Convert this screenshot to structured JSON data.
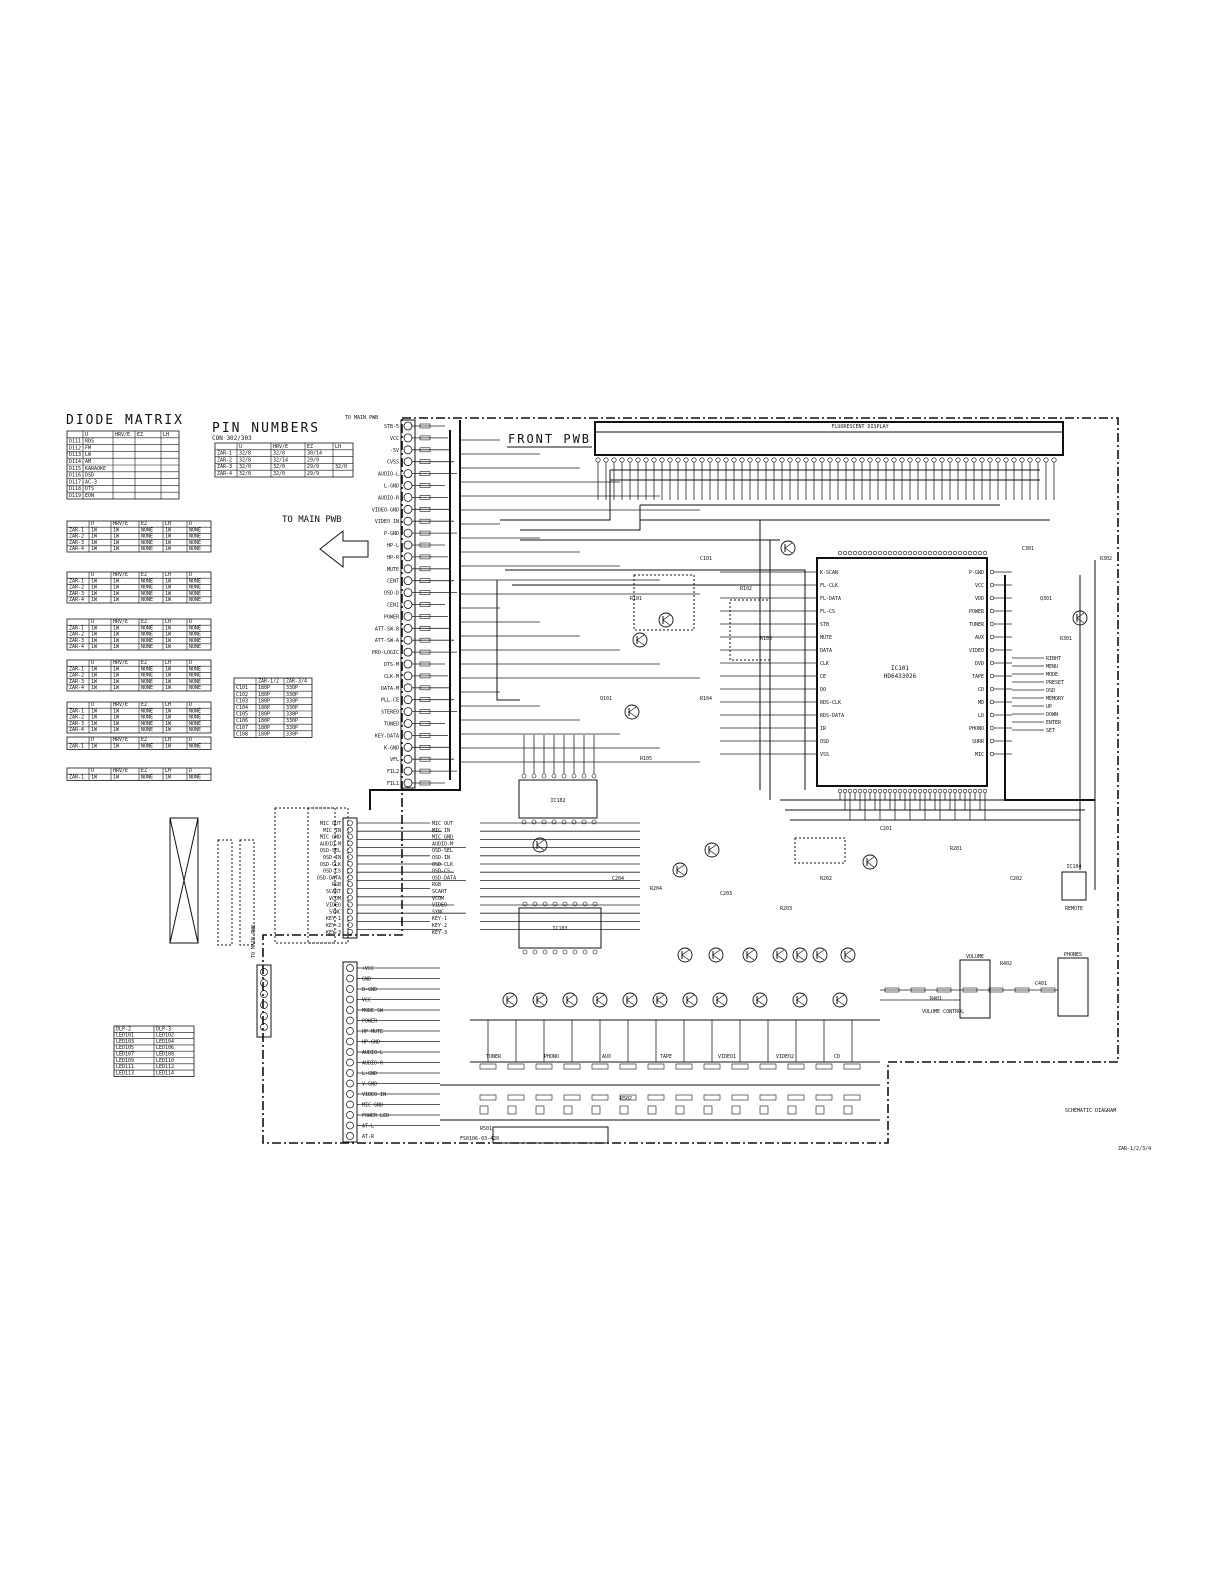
{
  "diagram": {
    "title_diode_matrix": "DIODE MATRIX",
    "title_pin_numbers": "PIN NUMBERS",
    "front_pwb": "FRONT PWB",
    "to_main_pwb": "TO MAIN PWB",
    "to_main_pwb_top": "TO MAIN PWB",
    "fl_display": "FLUORESCENT DISPLAY",
    "main_ic": "IC101",
    "main_ic_part": "HD6433026",
    "sub_ic_a": "IC102",
    "sub_ic_b": "IC103",
    "ic_remote": "IC104",
    "ic_remote_label": "REMOTE",
    "phones_label": "PHONES",
    "volume_label": "VOLUME",
    "vol_control": "VOLUME CONTROL",
    "pwb_code": "FS0106-03-420",
    "schematic_note": "SCHEMATIC DIAGRAM",
    "model_note": "ZAR-1/2/3/4"
  },
  "connector_top": {
    "title": "TO MAIN PWB",
    "pins": [
      "STB-5",
      "VCC",
      "-5V",
      "CVSS",
      "AUDIO-L",
      "L-GND",
      "AUDIO-R",
      "VIDEO-GND",
      "VIDEO IN",
      "P-GND",
      "HP-L",
      "HP-R",
      "MUTE",
      "CENT",
      "OSD-D",
      "CEN1",
      "POWER",
      "ATT-SW-B",
      "ATT-SW-A",
      "PRO-LOGIC",
      "DTS-M",
      "CLK-M",
      "DATA-M",
      "PLL-CE",
      "STEREO",
      "TUNED",
      "KEY-DATA",
      "K-GND",
      "VFL",
      "FIL2",
      "FIL1"
    ]
  },
  "connector_bottom": {
    "title": "TO MAIN PWB",
    "pins": [
      "+VCC",
      "GND",
      "D-GND",
      "VCC",
      "MODE SW",
      "POWER",
      "HP MUTE",
      "HP-GND",
      "AUDIO-L",
      "AUDIO-R",
      "L-GND",
      "V-GND",
      "VIDEO IN",
      "MIC GND",
      "POWER LED",
      "AT-L",
      "AT-R"
    ]
  },
  "mid_connector": {
    "pins": [
      "MIC OUT",
      "MIC IN",
      "MIC GND",
      "AUDIO-M",
      "OSD-SEL",
      "OSD-IN",
      "OSD-CLK",
      "OSD-CS",
      "OSD-DATA",
      "RGB",
      "SCART",
      "VCOM",
      "VIDEO",
      "SYNC",
      "KEY-1",
      "KEY-2",
      "KEY-3"
    ]
  },
  "ic_pins_left": [
    "K-SCAN",
    "FL-CLK",
    "FL-DATA",
    "FL-CS",
    "STB",
    "MUTE",
    "DATA",
    "CLK",
    "CE",
    "DO",
    "RDS-CLK",
    "RDS-DATA",
    "IR",
    "OSD",
    "VSS"
  ],
  "ic_pins_right": [
    "P-GND",
    "VCC",
    "VDD",
    "POWER",
    "TUNER",
    "AUX",
    "VIDEO",
    "DVD",
    "TAPE",
    "CD",
    "MD",
    "LD",
    "PHONO",
    "SURR",
    "MIC"
  ],
  "diode_matrix": {
    "header": [
      "",
      "U",
      "HRV/E",
      "EZ",
      "LH"
    ],
    "rows": [
      [
        "D111",
        "RDS",
        "",
        "",
        ""
      ],
      [
        "D112",
        "FM",
        "",
        "",
        ""
      ],
      [
        "D113",
        "LW",
        "",
        "",
        ""
      ],
      [
        "D114",
        "AM",
        "",
        "",
        ""
      ],
      [
        "D115",
        "KARAOKE",
        "",
        "",
        ""
      ],
      [
        "D116",
        "DSD",
        "",
        "",
        ""
      ],
      [
        "D117",
        "AC-3",
        "",
        "",
        ""
      ],
      [
        "D118",
        "DTS",
        "",
        "",
        ""
      ],
      [
        "D119",
        "EON",
        "",
        "",
        ""
      ]
    ]
  },
  "pin_numbers": {
    "subtitle": "CON 302/303",
    "header": [
      "",
      "U",
      "HRV/E",
      "EZ",
      "LH"
    ],
    "rows": [
      [
        "ZAR-1",
        "32/8",
        "32/8",
        "30/14",
        ""
      ],
      [
        "ZAR-2",
        "32/8",
        "32/14",
        "29/9",
        ""
      ],
      [
        "ZAR-3",
        "32/0",
        "32/0",
        "29/9",
        "32/0"
      ],
      [
        "ZAR-4",
        "32/0",
        "32/0",
        "29/9",
        ""
      ]
    ]
  },
  "resistor_table": {
    "header": [
      "",
      "U",
      "HRV/E",
      "EZ",
      "LH",
      "D"
    ],
    "rows": [
      [
        "ZAR-1",
        "1W",
        "1W",
        "NONE",
        "1W",
        "NONE"
      ],
      [
        "ZAR-2",
        "1W",
        "1W",
        "NONE",
        "1W",
        "NONE"
      ],
      [
        "ZAR-3",
        "1W",
        "1W",
        "NONE",
        "1W",
        "NONE"
      ],
      [
        "ZAR-4",
        "1W",
        "1W",
        "NONE",
        "1W",
        "NONE"
      ]
    ]
  },
  "capacitor_table": {
    "header": [
      "",
      "ZAR-1/2",
      "ZAR-3/4"
    ],
    "rows": [
      [
        "C101",
        "180P",
        "330P"
      ],
      [
        "C102",
        "180P",
        "330P"
      ],
      [
        "C103",
        "180P",
        "330P"
      ],
      [
        "C104",
        "180P",
        "330P"
      ],
      [
        "C105",
        "180P",
        "330P"
      ],
      [
        "C106",
        "180P",
        "330P"
      ],
      [
        "C107",
        "180P",
        "330P"
      ],
      [
        "C108",
        "180P",
        "330P"
      ]
    ]
  },
  "legend_box": {
    "header": [
      "DLP-2",
      "DLP-3"
    ],
    "rows": [
      [
        "LED101",
        "LED102"
      ],
      [
        "LED103",
        "LED104"
      ],
      [
        "LED105",
        "LED106"
      ],
      [
        "LED107",
        "LED108"
      ],
      [
        "LED109",
        "LED110"
      ],
      [
        "LED111",
        "LED112"
      ],
      [
        "LED113",
        "LED114"
      ]
    ]
  },
  "bottom_labels": [
    "TUNER",
    "PHONO",
    "AUX",
    "TAPE",
    "VIDEO1",
    "VIDEO2",
    "CD"
  ],
  "key_labels": [
    "RIBHT",
    "MENU",
    "MODE",
    "PRESET",
    "OSD",
    "MEMORY",
    "UP",
    "DOWN",
    "ENTER",
    "SET"
  ]
}
